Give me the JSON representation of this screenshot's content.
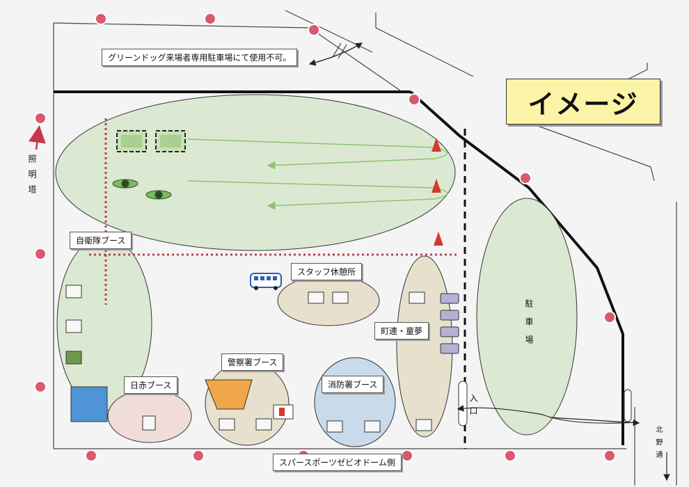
{
  "notice": "グリーンドッグ来場者専用駐車場にて使用不可。",
  "title": "イメージ",
  "lighting_tower": "照明塔",
  "areas": {
    "jieitai": "自衛隊ブース",
    "staff": "スタッフ休憩所",
    "choren": "町連・童夢",
    "parking": "駐車場",
    "police": "警察署ブース",
    "redcross": "日赤ブース",
    "fire": "消防署ブース"
  },
  "entrance": "入口",
  "bottom_label": "スパースポーツゼビオドーム側",
  "street": "北野通",
  "colors": {
    "green_zone": "#dce9d2",
    "tan_zone": "#e7e0cd",
    "pink_zone": "#f0dcd8",
    "blue_zone": "#c9daea",
    "pole": "#d9596e",
    "blue_tent": "#4f94d6",
    "orange_tent": "#f0a64a"
  },
  "icons": [
    "lighting-pole-icon",
    "cone-icon",
    "bus-icon",
    "motorcycle-icon",
    "car-icon",
    "tent-icon",
    "arrow-icon"
  ]
}
